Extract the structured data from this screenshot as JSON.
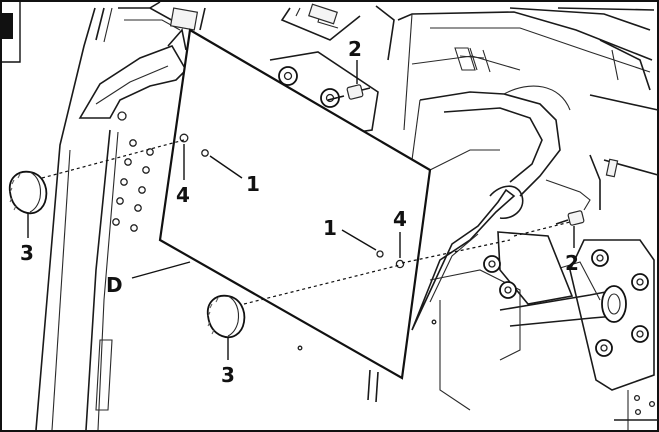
{
  "figure": {
    "corner_marker": "",
    "callouts": {
      "plate": "D",
      "hole_upper": "1",
      "hole_lower": "1",
      "bolt_upper": "2",
      "bolt_lower": "2",
      "knob_left": "3",
      "knob_bottom": "3",
      "pin_upper": "4",
      "pin_lower": "4"
    }
  }
}
